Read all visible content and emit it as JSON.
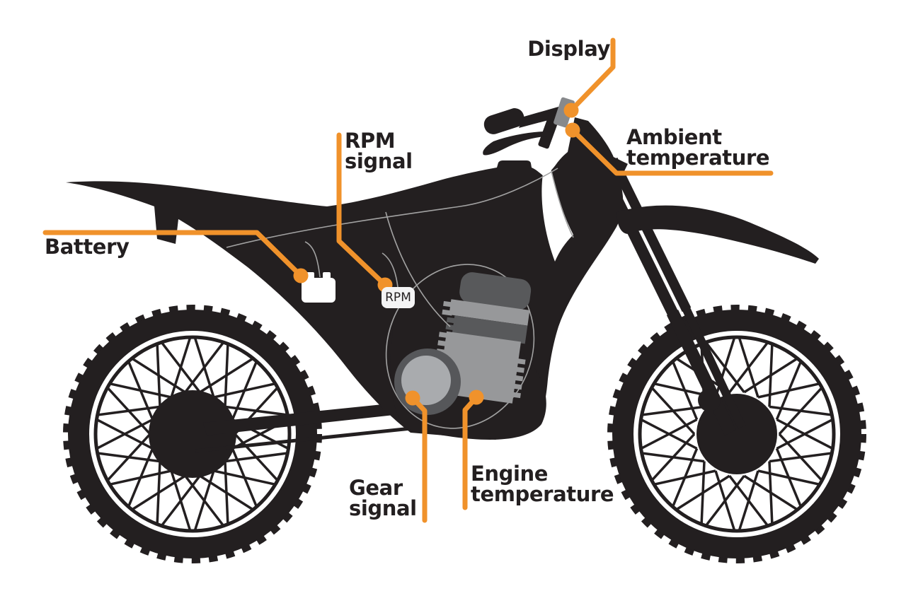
{
  "diagram": {
    "subject": "Dirt bike sensor and wiring locations diagram",
    "colors": {
      "background": "#FFFFFF",
      "ink": "#231F20",
      "accent": "#F0922B",
      "engine_dark": "#58595B",
      "engine_mid": "#97989A",
      "engine_light": "#A9ABAE",
      "clutch_ring": "#56575A",
      "display_gray": "#87898C",
      "wire": "#A2A2A2",
      "module_bg": "#F4F4F5",
      "label_color": "#231F20"
    },
    "callouts": {
      "display": {
        "label": "Display"
      },
      "ambient": {
        "line1": "Ambient",
        "line2": "temperature"
      },
      "rpm": {
        "line1": "RPM",
        "line2": "signal"
      },
      "battery": {
        "label": "Battery"
      },
      "gear": {
        "line1": "Gear",
        "line2": "signal"
      },
      "engine": {
        "line1": "Engine",
        "line2": "temperature"
      }
    },
    "modules": {
      "rpm_unit": {
        "label": "RPM"
      }
    }
  }
}
